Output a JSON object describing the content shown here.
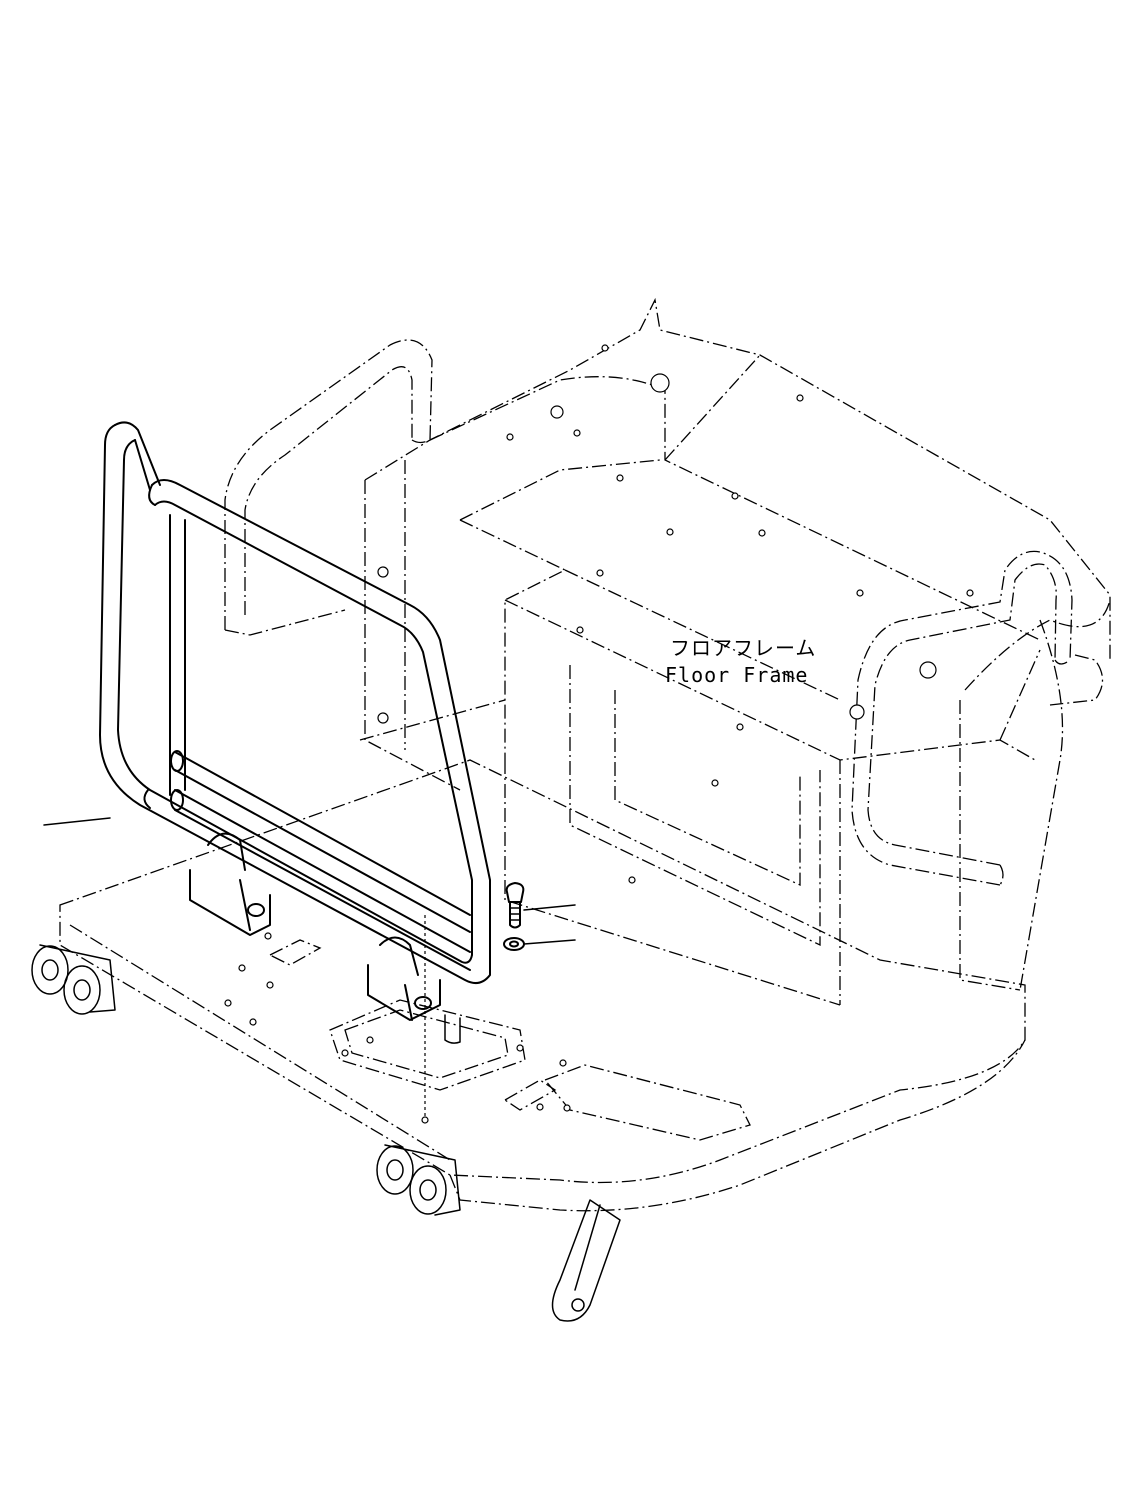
{
  "callout": {
    "jp": "フロアフレーム",
    "en": "Floor Frame"
  },
  "leaders": {
    "count": 3
  }
}
